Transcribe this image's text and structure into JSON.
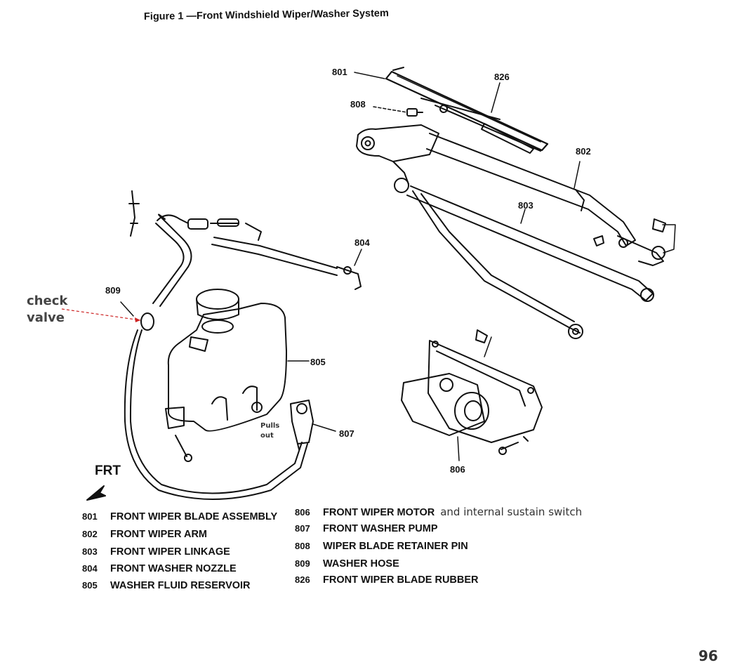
{
  "title": "Figure 1 —Front Windshield Wiper/Washer System",
  "callouts": [
    "801",
    "826",
    "808",
    "802",
    "803",
    "804",
    "809",
    "805",
    "807",
    "806"
  ],
  "notes": {
    "check_valve_line1": "check",
    "check_valve_line2": "valve",
    "pulls_out_line1": "Pulls",
    "pulls_out_line2": "out",
    "motor_extra": "and internal sustain switch"
  },
  "direction_label": "FRT",
  "legend": {
    "left": [
      {
        "num": "801",
        "text": "FRONT WIPER BLADE ASSEMBLY"
      },
      {
        "num": "802",
        "text": "FRONT WIPER ARM"
      },
      {
        "num": "803",
        "text": "FRONT WIPER LINKAGE"
      },
      {
        "num": "804",
        "text": "FRONT WASHER NOZZLE"
      },
      {
        "num": "805",
        "text": "WASHER FLUID RESERVOIR"
      }
    ],
    "right": [
      {
        "num": "806",
        "text": "FRONT WIPER MOTOR"
      },
      {
        "num": "807",
        "text": "FRONT WASHER PUMP"
      },
      {
        "num": "808",
        "text": "WIPER BLADE RETAINER PIN"
      },
      {
        "num": "809",
        "text": "WASHER HOSE"
      },
      {
        "num": "826",
        "text": "FRONT WIPER BLADE RUBBER"
      }
    ]
  },
  "page_number": "96",
  "colors": {
    "line": "#111111",
    "annotation": "#444444",
    "check_valve_arrow": "#cc2222"
  }
}
